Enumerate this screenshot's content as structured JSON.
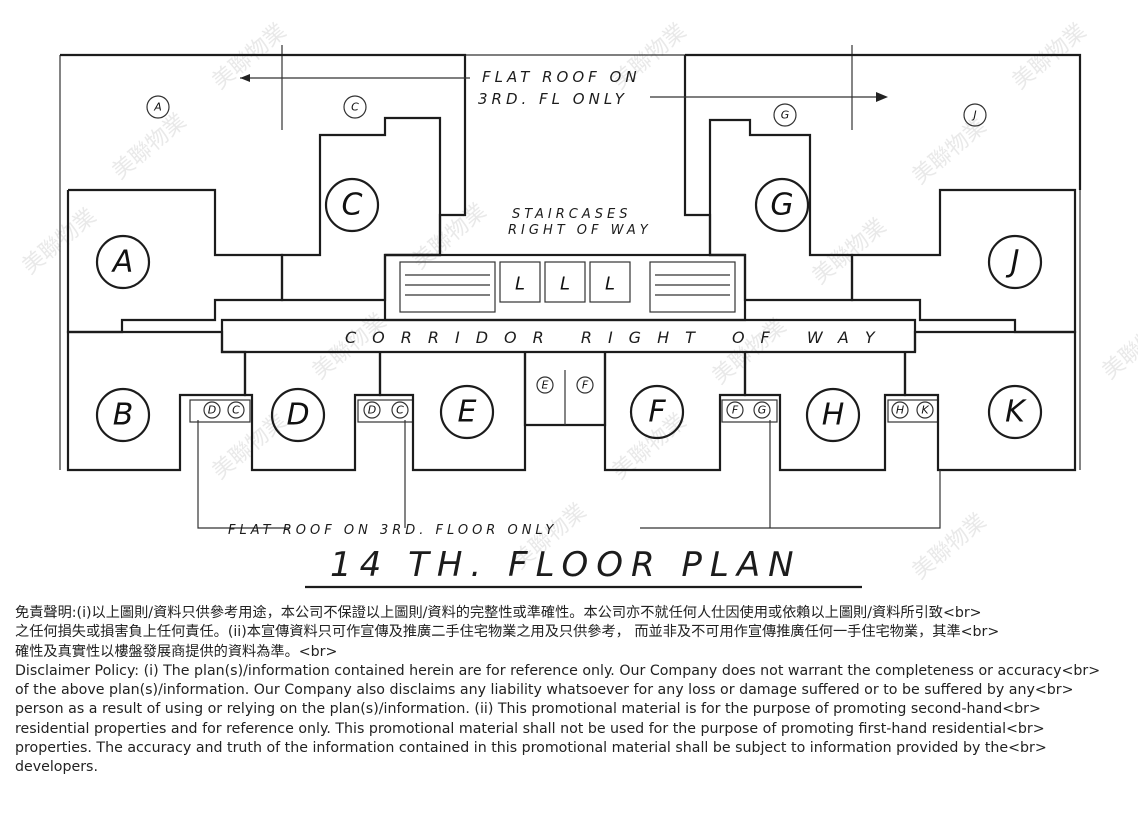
{
  "plan": {
    "title": "14 TH. FLOOR PLAN",
    "annotations": {
      "flat_roof_top_line1": "FLAT ROOF ON",
      "flat_roof_top_line2": "3RD. FL ONLY",
      "staircases_line1": "STAIRCASES",
      "staircases_line2": "RIGHT OF WAY",
      "corridor": "CORRIDOR RIGHT OF WAY",
      "flat_roof_bottom": "FLAT ROOF ON 3RD. FLOOR ONLY"
    },
    "units": {
      "a": "A",
      "b": "B",
      "c": "C",
      "d": "D",
      "e": "E",
      "f": "F",
      "g": "G",
      "h": "H",
      "j": "J",
      "k": "K"
    },
    "roof_markers": {
      "a": "A",
      "c": "C",
      "g": "G",
      "j": "J"
    },
    "lift_labels": [
      "L",
      "L",
      "L"
    ],
    "small_markers": [
      "D",
      "C",
      "D",
      "C",
      "E",
      "F",
      "F",
      "G",
      "H",
      "K"
    ],
    "watermark": "美聯物業"
  },
  "disclaimer": {
    "lines": [
      "免責聲明:(i)以上圖則/資料只供參考用途，本公司不保證以上圖則/資料的完整性或準確性。本公司亦不就任何人仕因使用或依賴以上圖則/資料所引致<br>",
      "之任何損失或損害負上任何責任。(ii)本宣傳資料只可作宣傳及推廣二手住宅物業之用及只供參考， 而並非及不可用作宣傳推廣任何一手住宅物業，其準<br>",
      "確性及真實性以樓盤發展商提供的資料為準。<br>",
      "Disclaimer Policy: (i) The plan(s)/information contained herein are for reference only. Our Company does not warrant the completeness or accuracy<br>",
      "of the above plan(s)/information. Our Company also disclaims any liability whatsoever for any loss or damage suffered or to be suffered by any<br>",
      "person as a result of using or relying on the plan(s)/information. (ii) This promotional material is for the purpose of promoting second-hand<br>",
      "residential properties and for reference only. This promotional material shall not be used for the purpose of promoting first-hand residential<br>",
      "properties. The accuracy and truth of the information contained in this promotional material shall be subject to information provided by the<br>",
      "developers."
    ]
  }
}
